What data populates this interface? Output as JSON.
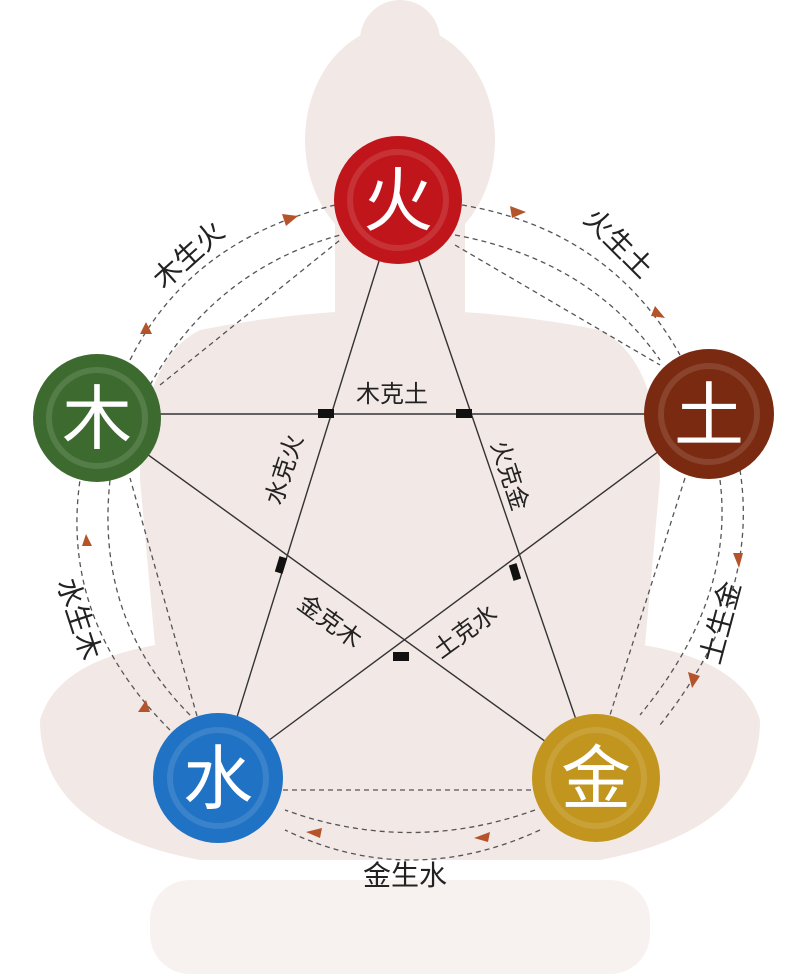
{
  "elements": [
    {
      "key": "fire",
      "char": "火",
      "color": "#c0161b"
    },
    {
      "key": "earth",
      "char": "土",
      "color": "#7a2a10"
    },
    {
      "key": "metal",
      "char": "金",
      "color": "#c2951e"
    },
    {
      "key": "water",
      "char": "水",
      "color": "#1f72c4"
    },
    {
      "key": "wood",
      "char": "木",
      "color": "#3d6b2f"
    }
  ],
  "generating": [
    "木生火",
    "火生土",
    "土生金",
    "金生水",
    "水生木"
  ],
  "controlling": [
    "木克土",
    "火克金",
    "土克水",
    "金克木",
    "水克火"
  ],
  "colors": {
    "arrow": "#b5532a",
    "silhouette": "#f2e8e6",
    "line": "#333333"
  }
}
